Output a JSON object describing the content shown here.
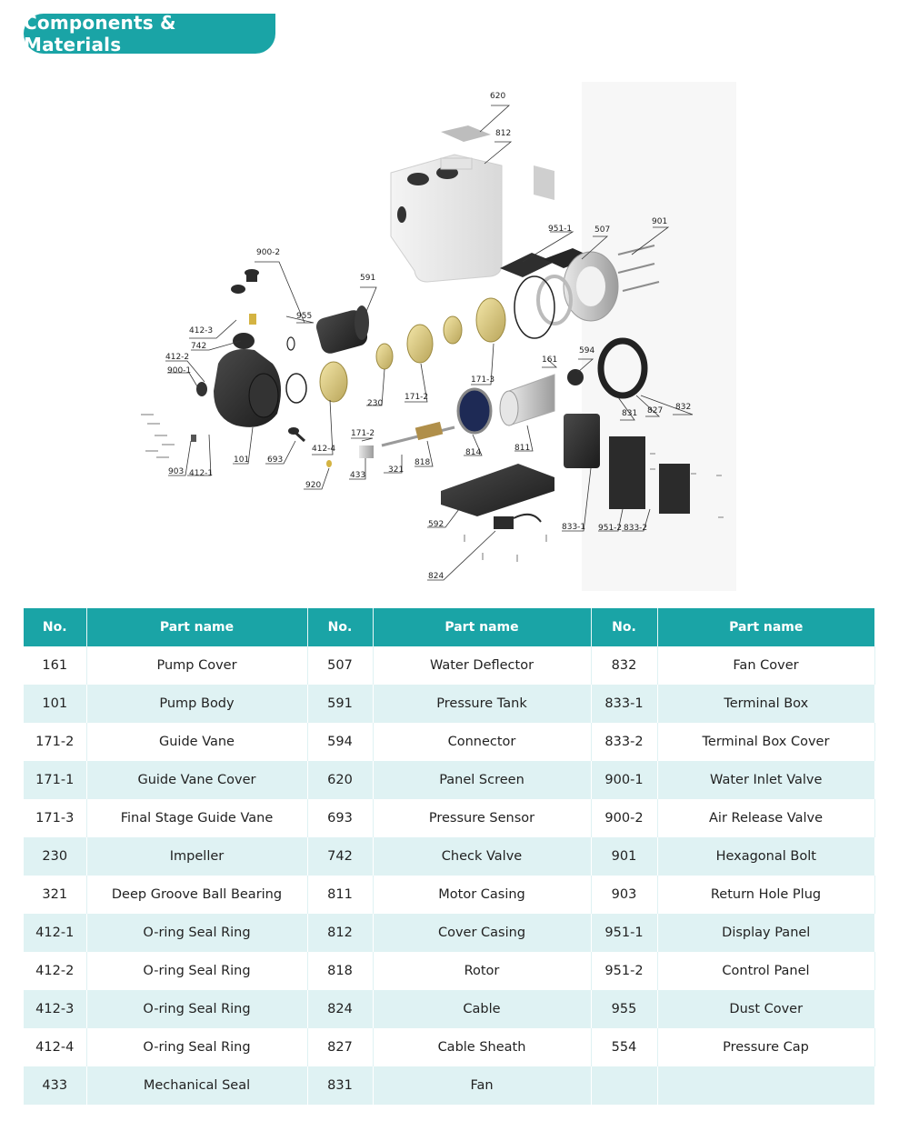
{
  "header": {
    "title": "Components & Materials"
  },
  "diagram": {
    "callouts": [
      "620",
      "812",
      "951-1",
      "507",
      "901",
      "900-2",
      "591",
      "955",
      "412-3",
      "742",
      "412-2",
      "900-1",
      "594",
      "161",
      "171-3",
      "171-2",
      "230",
      "832",
      "827",
      "831",
      "412-4",
      "171-2",
      "693",
      "101",
      "903",
      "412-1",
      "920",
      "433",
      "321",
      "818",
      "814",
      "811",
      "592",
      "833-1",
      "951-2",
      "833-2",
      "824"
    ]
  },
  "table": {
    "headers": [
      "No.",
      "Part name",
      "No.",
      "Part name",
      "No.",
      "Part name"
    ],
    "rows": [
      [
        "161",
        "Pump Cover",
        "507",
        "Water Deflector",
        "832",
        "Fan Cover"
      ],
      [
        "101",
        "Pump Body",
        "591",
        "Pressure Tank",
        "833-1",
        "Terminal Box"
      ],
      [
        "171-2",
        "Guide Vane",
        "594",
        "Connector",
        "833-2",
        "Terminal Box Cover"
      ],
      [
        "171-1",
        "Guide Vane Cover",
        "620",
        "Panel Screen",
        "900-1",
        "Water Inlet Valve"
      ],
      [
        "171-3",
        "Final Stage Guide Vane",
        "693",
        "Pressure Sensor",
        "900-2",
        "Air Release Valve"
      ],
      [
        "230",
        "Impeller",
        "742",
        "Check Valve",
        "901",
        "Hexagonal Bolt"
      ],
      [
        "321",
        "Deep Groove Ball Bearing",
        "811",
        "Motor Casing",
        "903",
        "Return Hole Plug"
      ],
      [
        "412-1",
        "O-ring Seal Ring",
        "812",
        "Cover Casing",
        "951-1",
        "Display Panel"
      ],
      [
        "412-2",
        "O-ring Seal Ring",
        "818",
        "Rotor",
        "951-2",
        "Control Panel"
      ],
      [
        "412-3",
        "O-ring Seal Ring",
        "824",
        "Cable",
        "955",
        "Dust Cover"
      ],
      [
        "412-4",
        "O-ring Seal Ring",
        "827",
        "Cable Sheath",
        "554",
        "Pressure Cap"
      ],
      [
        "433",
        "Mechanical Seal",
        "831",
        "Fan",
        "",
        ""
      ]
    ]
  }
}
